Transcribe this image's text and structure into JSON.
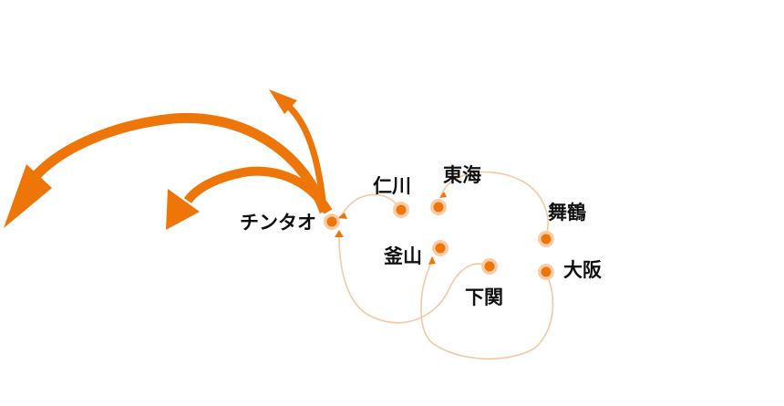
{
  "ports": {
    "qingdao": "チンタオ",
    "incheon": "仁川",
    "donghae": "東海",
    "busan": "釜山",
    "shimonoseki": "下関",
    "maizuru": "舞鶴",
    "osaka": "大阪"
  },
  "colors": {
    "accent": "#ee7508",
    "route": "#f5c8a2",
    "halo": "#f8cda6",
    "text": "#111111"
  }
}
